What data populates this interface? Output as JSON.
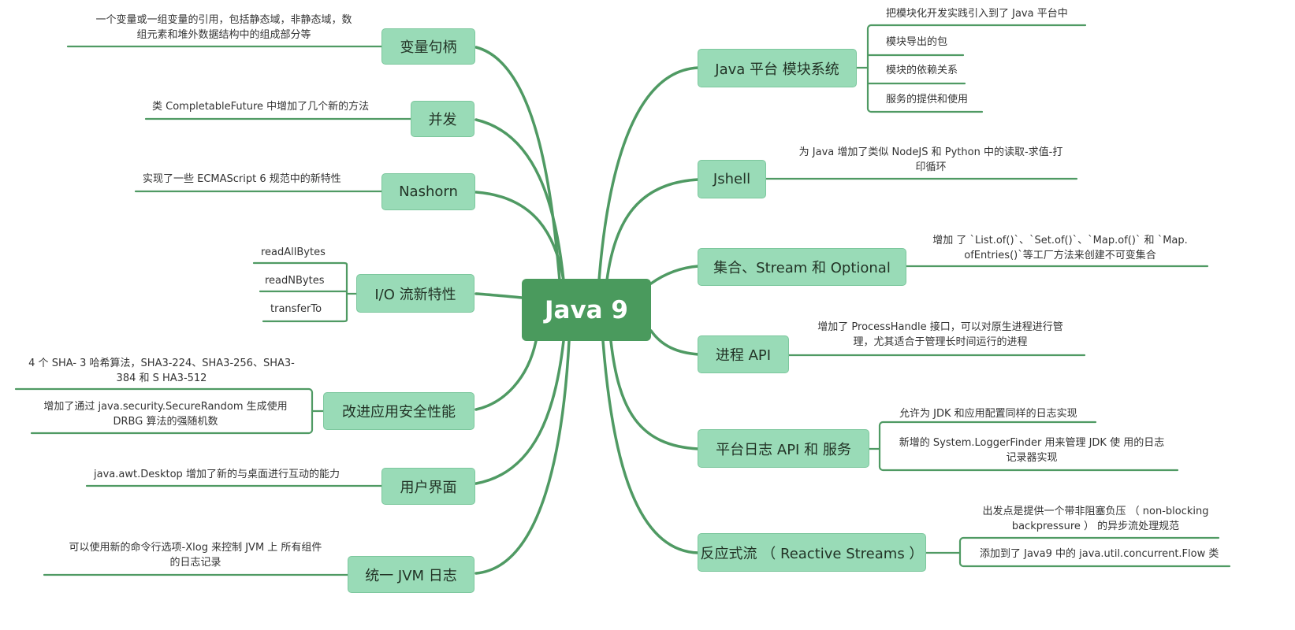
{
  "center": "Java 9",
  "colors": {
    "center": "#4a9a5d",
    "topic": "#99dbb7",
    "line": "#4f9a63"
  },
  "left": {
    "var_handle": {
      "title": "变量句柄",
      "desc": [
        "一个变量或一组变量的引用，包括静态域，非静态域，数",
        "组元素和堆外数据结构中的组成部分等"
      ]
    },
    "concurrency": {
      "title": "并发",
      "desc": "类 CompletableFuture 中增加了几个新的方法"
    },
    "nashorn": {
      "title": "Nashorn",
      "desc": "实现了一些 ECMAScript 6 规范中的新特性"
    },
    "io": {
      "title": "I/O 流新特性",
      "items": [
        "readAllBytes",
        "readNBytes",
        "transferTo"
      ]
    },
    "security": {
      "title": "改进应用安全性能",
      "items": [
        [
          "4 个 SHA- 3 哈希算法，SHA3-224、SHA3-256、SHA3-",
          "384 和 S HA3-512"
        ],
        [
          "增加了通过 java.security.SecureRandom 生成使用",
          "DRBG 算法的强随机数"
        ]
      ]
    },
    "ui": {
      "title": "用户界面",
      "desc": "java.awt.Desktop 增加了新的与桌面进行互动的能力"
    },
    "jvm_log": {
      "title": "统一 JVM 日志",
      "desc": [
        "可以使用新的命令行选项-Xlog 来控制 JVM 上 所有组件",
        "的日志记录"
      ]
    }
  },
  "right": {
    "module": {
      "title": "Java 平台 模块系统",
      "items": [
        "把模块化开发实践引入到了 Java 平台中",
        "模块导出的包",
        "模块的依赖关系",
        "服务的提供和使用"
      ]
    },
    "jshell": {
      "title": "Jshell",
      "desc": [
        "为 Java 增加了类似 NodeJS 和 Python 中的读取-求值-打",
        "印循环"
      ]
    },
    "collections": {
      "title": "集合、Stream 和 Optional",
      "desc": [
        "增加 了 `List.of()`、`Set.of()`、`Map.of()` 和 `Map.",
        "ofEntries()`等工厂方法来创建不可变集合"
      ]
    },
    "process": {
      "title": "进程 API",
      "desc": [
        "增加了 ProcessHandle 接口，可以对原生进程进行管",
        "理，尤其适合于管理长时间运行的进程"
      ]
    },
    "logging": {
      "title": "平台日志 API 和 服务",
      "items": [
        [
          "允许为 JDK 和应用配置同样的日志实现"
        ],
        [
          "新增的 System.LoggerFinder 用来管理 JDK 使 用的日志",
          "记录器实现"
        ]
      ]
    },
    "reactive": {
      "title": "反应式流 （ Reactive Streams ）",
      "items": [
        [
          "出发点是提供一个带非阻塞负压 （ non-blocking",
          "backpressure ） 的异步流处理规范"
        ],
        [
          "添加到了 Java9 中的 java.util.concurrent.Flow 类"
        ]
      ]
    }
  }
}
